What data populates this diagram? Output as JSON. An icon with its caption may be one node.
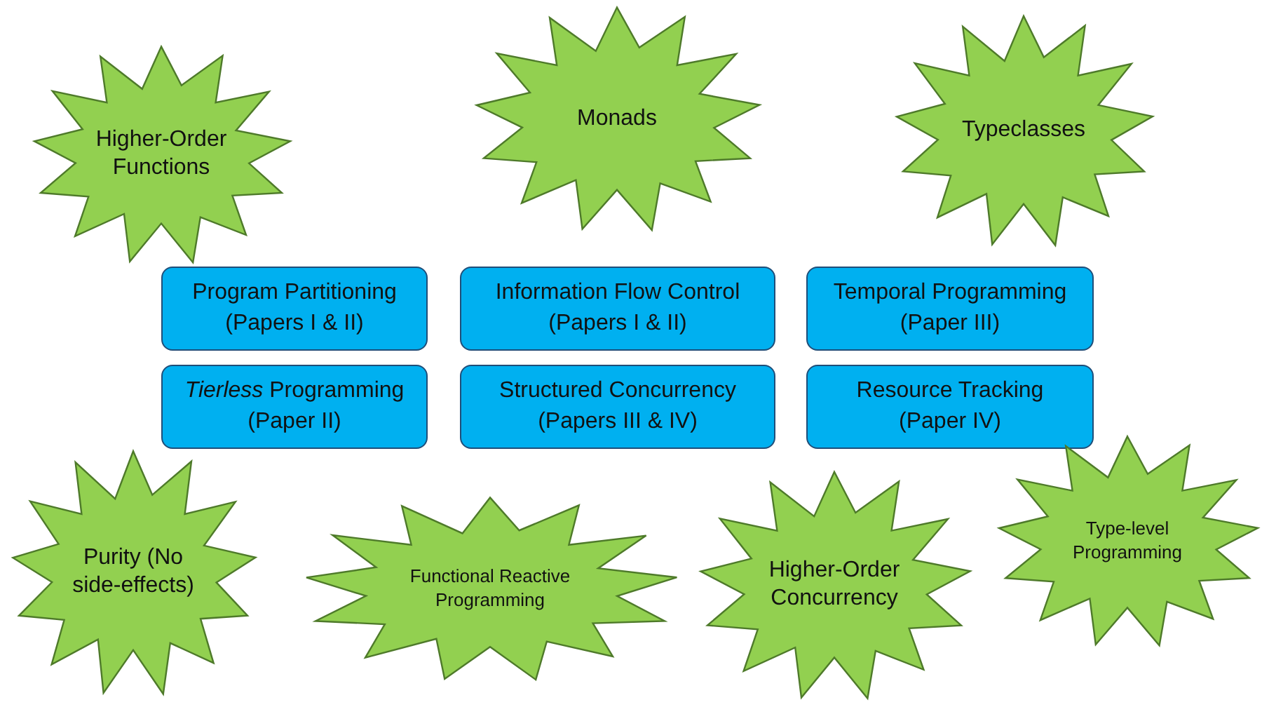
{
  "diagram": {
    "nodes": [
      {
        "text": [
          "Higher-Order Functions"
        ]
      },
      {
        "text": [
          "Monads"
        ]
      },
      {
        "text": [
          "Typeclasses"
        ]
      },
      {
        "text": [
          "Program Partitioning",
          "(Papers I & II)"
        ]
      },
      {
        "text": [
          "Information Flow Control",
          "(Papers I & II)"
        ]
      },
      {
        "text": [
          "Temporal Programming",
          "(Paper III)"
        ]
      },
      {
        "text": [
          "*Tierless* Programming",
          "(Paper II)"
        ]
      },
      {
        "text": [
          "Structured Concurrency",
          "(Papers III & IV)"
        ]
      },
      {
        "text": [
          "Resource Tracking",
          "(Paper IV)"
        ]
      },
      {
        "text": [
          "Purity (No side-effects)"
        ]
      },
      {
        "text": [
          "Functional Reactive Programming"
        ]
      },
      {
        "text": [
          "Higher-Order Concurrency"
        ]
      },
      {
        "text": [
          "Type-level Programming"
        ]
      }
    ]
  }
}
